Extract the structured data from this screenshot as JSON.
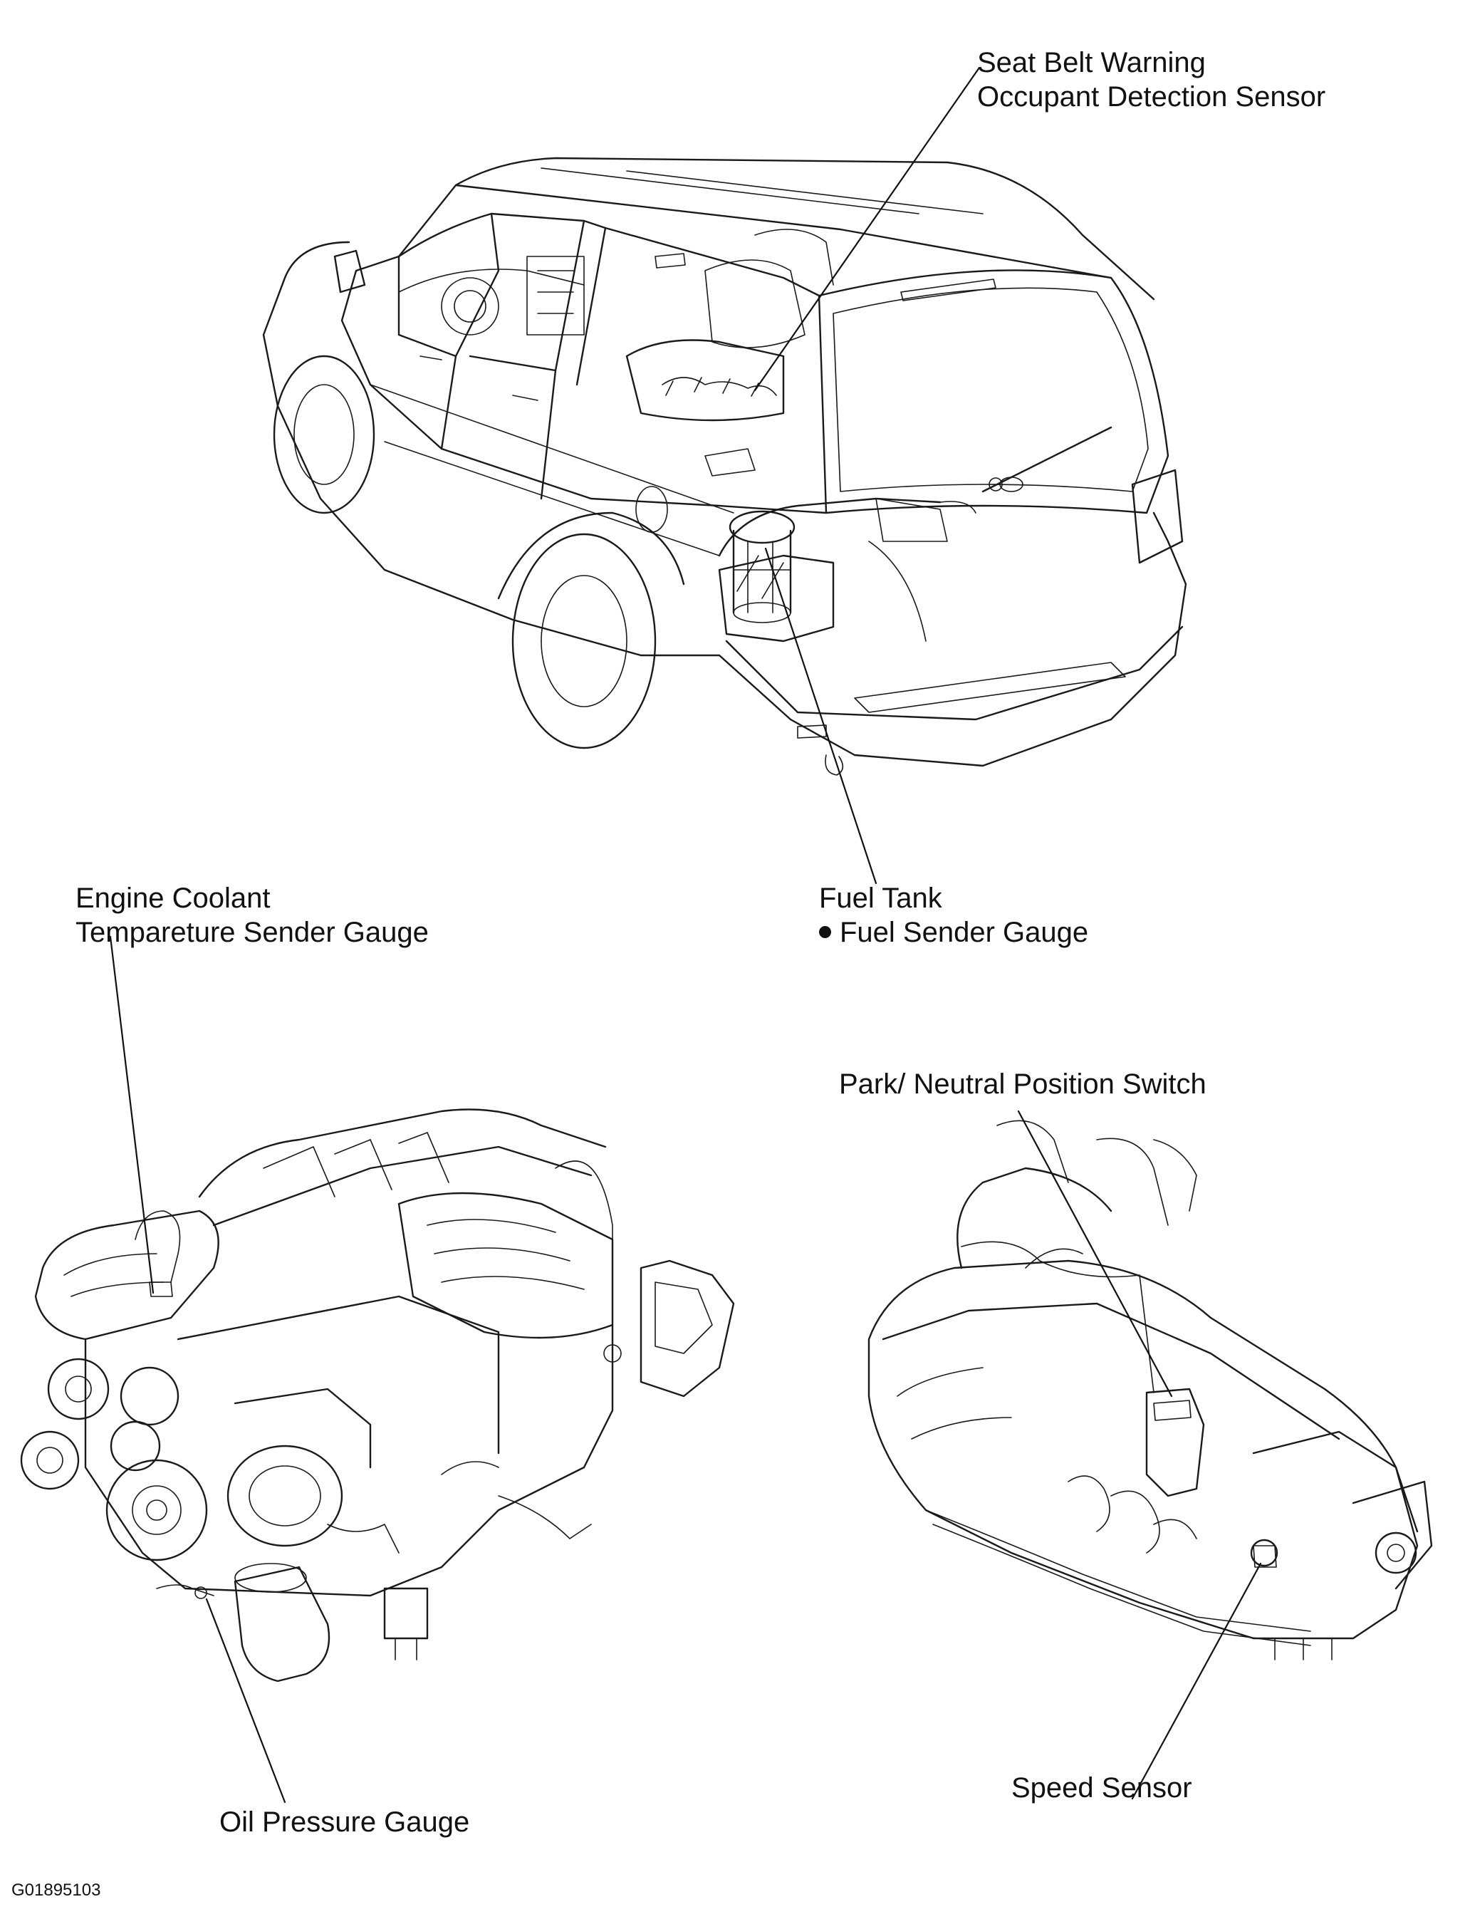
{
  "labels": {
    "seat_belt": {
      "line1": "Seat Belt Warning",
      "line2": "Occupant Detection Sensor"
    },
    "fuel_tank": {
      "line1": "Fuel Tank",
      "line2": "Fuel Sender Gauge"
    },
    "coolant": {
      "line1": "Engine Coolant",
      "line2": "Tempareture Sender Gauge"
    },
    "park_neutral": "Park/ Neutral Position Switch",
    "oil_pressure": "Oil Pressure Gauge",
    "speed_sensor": "Speed Sensor"
  },
  "figure_id": "G01895103"
}
